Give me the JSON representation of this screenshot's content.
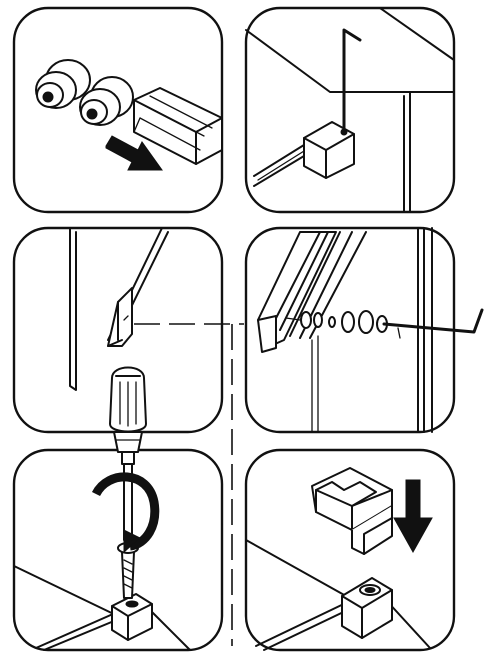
{
  "figure": {
    "kind": "assembly-instructions",
    "steps": [
      {
        "id": "step-1",
        "icons": [
          "roller-wheel-icon",
          "roller-wheel-icon",
          "arrow-right-icon",
          "track-rail-icon"
        ]
      },
      {
        "id": "step-2",
        "icons": [
          "hex-key-icon",
          "rail-end-cap-icon",
          "wall-corner-icon"
        ]
      },
      {
        "id": "step-3",
        "icons": [
          "glass-panel-icon",
          "bracket-icon"
        ]
      },
      {
        "id": "step-4",
        "icons": [
          "profile-rail-icon",
          "screw-washer-icon",
          "hex-key-icon"
        ]
      },
      {
        "id": "step-5",
        "icons": [
          "screwdriver-icon",
          "rotate-arrow-icon",
          "screw-icon",
          "rail-end-cap-icon"
        ]
      },
      {
        "id": "step-6",
        "icons": [
          "cover-cap-icon",
          "arrow-down-icon",
          "rail-end-cap-icon"
        ]
      }
    ],
    "colors": {
      "line": "#111111",
      "background": "#ffffff"
    }
  }
}
